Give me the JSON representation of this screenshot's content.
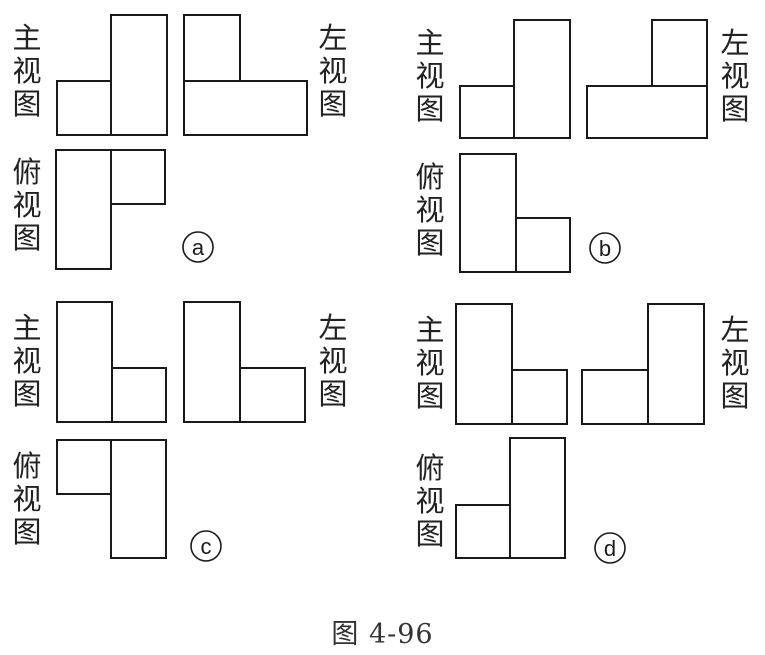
{
  "labels": {
    "front": "主视图",
    "left": "左视图",
    "top": "俯视图"
  },
  "panels": [
    {
      "id": "a"
    },
    {
      "id": "b"
    },
    {
      "id": "c"
    },
    {
      "id": "d"
    }
  ],
  "caption": "图 4-96",
  "colors": {
    "stroke": "#1a1a1a",
    "text": "#222222"
  }
}
